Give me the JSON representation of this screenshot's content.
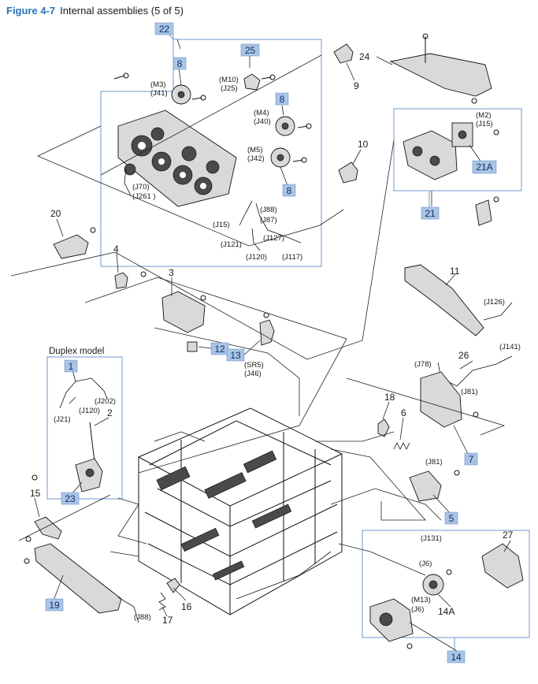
{
  "header": {
    "figure_number": "Figure 4-7",
    "title": "Internal assemblies (5 of 5)"
  },
  "group_labels": {
    "duplex_model": "Duplex model"
  },
  "callouts": {
    "c1": "1",
    "c2": "2",
    "c3": "3",
    "c4": "4",
    "c5": "5",
    "c6": "6",
    "c7": "7",
    "c8a": "8",
    "c8b": "8",
    "c8c": "8",
    "c9": "9",
    "c10": "10",
    "c11": "11",
    "c12": "12",
    "c13": "13",
    "c14": "14",
    "c14a": "14A",
    "c15": "15",
    "c16": "16",
    "c17": "17",
    "c18": "18",
    "c19": "19",
    "c20": "20",
    "c21": "21",
    "c21a": "21A",
    "c22": "22",
    "c23": "23",
    "c24": "24",
    "c25": "25",
    "c26": "26",
    "c27": "27"
  },
  "connectors": {
    "m3": "(M3)",
    "j41": "(J41)",
    "m10": "(M10)",
    "j25": "(J25)",
    "m4": "(M4)",
    "j40": "(J40)",
    "m5": "(M5)",
    "j42": "(J42)",
    "j70": "(J70)",
    "j261": "(J261 )",
    "j88a": "(J88)",
    "j87": "(J87)",
    "j15a": "(J15)",
    "j127": "(J127)",
    "j121": "(J121)",
    "j120a": "(J120)",
    "j117": "(J117)",
    "m2": "(M2)",
    "j15b": "(J15)",
    "j126": "(J126)",
    "sr5": "(SR5)",
    "j46": "(J46)",
    "j78": "(J78)",
    "j141": "(J141)",
    "j81a": "(J81)",
    "j202": "(J202)",
    "j21": "(J21)",
    "j120b": "(J120)",
    "j81b": "(J81)",
    "j131": "(J131)",
    "j6a": "(J6)",
    "m13": "(M13)",
    "j6b": "(J6)",
    "j88b": "(J88)"
  },
  "colors": {
    "tag_fill": "#a9c4e6",
    "group_box": "#6f97cc",
    "figure_number": "#2a72b8"
  }
}
